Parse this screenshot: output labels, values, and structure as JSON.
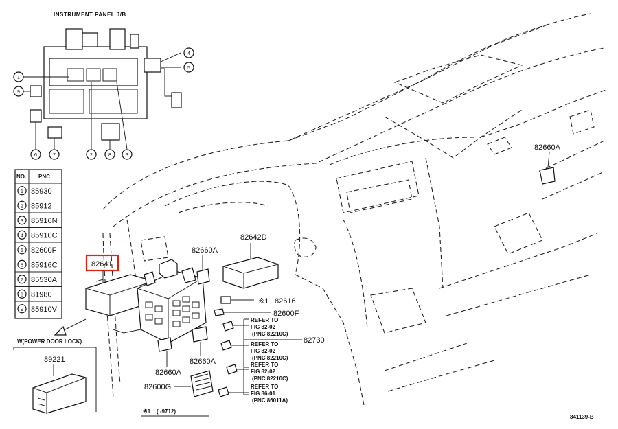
{
  "header": {
    "title": "INSTRUMENT PANEL J/B"
  },
  "callouts": [
    "1",
    "2",
    "3",
    "4",
    "5",
    "6",
    "7",
    "8",
    "9"
  ],
  "pnc_table": {
    "headers": [
      "NO.",
      "PNC"
    ],
    "rows": [
      {
        "no": "1",
        "pnc": "85930"
      },
      {
        "no": "2",
        "pnc": "85912"
      },
      {
        "no": "3",
        "pnc": "85916N"
      },
      {
        "no": "4",
        "pnc": "85910C"
      },
      {
        "no": "5",
        "pnc": "82600F"
      },
      {
        "no": "6",
        "pnc": "85916C"
      },
      {
        "no": "7",
        "pnc": "85530A"
      },
      {
        "no": "8",
        "pnc": "81980"
      },
      {
        "no": "9",
        "pnc": "85910V"
      }
    ]
  },
  "parts": {
    "p82641": "82641",
    "p82660a_right": "82660A",
    "p82660a_mid": "82660A",
    "p82660a_lower1": "82660A",
    "p82660a_lower2": "82660A",
    "p82642d": "82642D",
    "p82616": "82616",
    "p82600f": "82600F",
    "p82730": "82730",
    "p82600g": "82600G",
    "p89221": "89221",
    "note_mark": "※1",
    "power_door_lock": "W(POWER DOOR LOCK)"
  },
  "refs": [
    {
      "l1": "REFER TO",
      "l2": "FIG 82-02",
      "l3": "(PNC 82210C)"
    },
    {
      "l1": "REFER TO",
      "l2": "FIG 82-02",
      "l3": "(PNC 82210C)"
    },
    {
      "l1": "REFER TO",
      "l2": "FIG 82-02",
      "l3": "(PNC 82210C)"
    },
    {
      "l1": "REFER TO",
      "l2": "FIG 86-01",
      "l3": "(PNC 86011A)"
    }
  ],
  "footnote": {
    "mark": "※1",
    "text": "( -9712)"
  },
  "figure_id": "841139-B",
  "highlight_color": "#e02010"
}
